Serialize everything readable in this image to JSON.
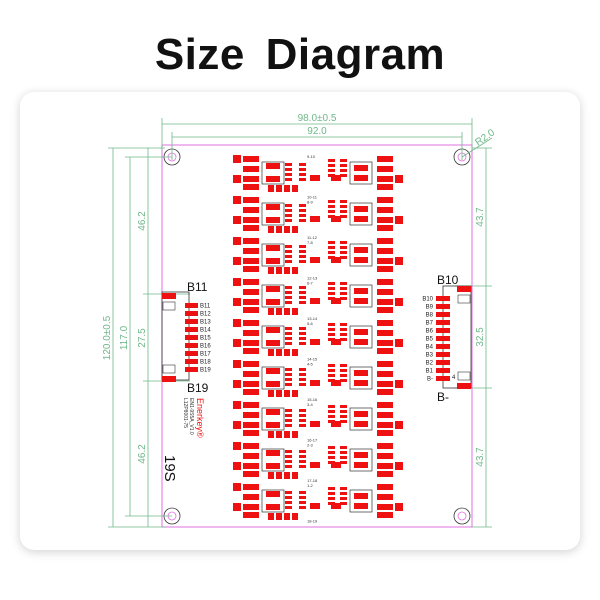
{
  "title": "Size Diagram",
  "colors": {
    "pad": "#ee1111",
    "outline": "#e070e0",
    "dimension": "#6fb88a"
  },
  "dimensions": {
    "overall_width": "98.0±0.5",
    "hole_spacing_width": "92.0",
    "corner_radius": "R2.0",
    "overall_height": "120.0±0.5",
    "hole_spacing_height": "117.0",
    "left_top": "46.2",
    "left_connector": "27.5",
    "left_bottom": "46.2",
    "right_top": "43.7",
    "right_connector": "32.5",
    "right_bottom": "43.7"
  },
  "left_connector": {
    "top_label": "B11",
    "bottom_label": "B19",
    "pins": [
      "B11",
      "B12",
      "B13",
      "B14",
      "B15",
      "B16",
      "B17",
      "B18",
      "B19"
    ]
  },
  "right_connector": {
    "top_label": "B10",
    "bottom_label": "B-",
    "pins": [
      "B10",
      "B9",
      "B8",
      "B7",
      "B6",
      "B5",
      "B4",
      "B3",
      "B2",
      "B1",
      "B-"
    ],
    "pin_marker": "4"
  },
  "board": {
    "brand": "Enerkey®",
    "model": "EN1-9S5A_V1.0",
    "code": "L12P8001-75",
    "series": "19S"
  },
  "sections": [
    [
      "9-10"
    ],
    [
      "10-11",
      "8-9"
    ],
    [
      "11-12",
      "7-8"
    ],
    [
      "12-13",
      "6-7"
    ],
    [
      "13-14",
      "5-6"
    ],
    [
      "14-15",
      "4-5"
    ],
    [
      "15-16",
      "3-4"
    ],
    [
      "16-17",
      "2-3"
    ],
    [
      "17-18",
      "1-2"
    ],
    [
      "18-19"
    ]
  ]
}
